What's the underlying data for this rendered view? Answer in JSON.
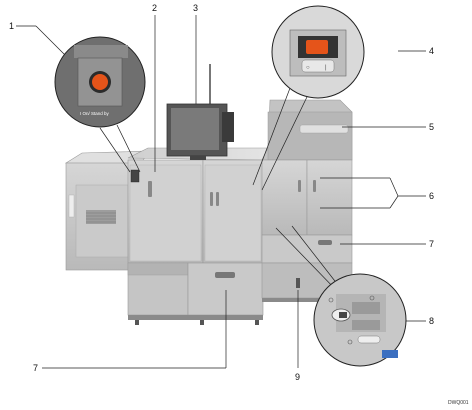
{
  "diagram": {
    "code": "DWQ001",
    "power_label": "I On/ Stand by",
    "callouts": [
      "1",
      "2",
      "3",
      "4",
      "5",
      "6",
      "7",
      "7",
      "8",
      "9"
    ]
  }
}
